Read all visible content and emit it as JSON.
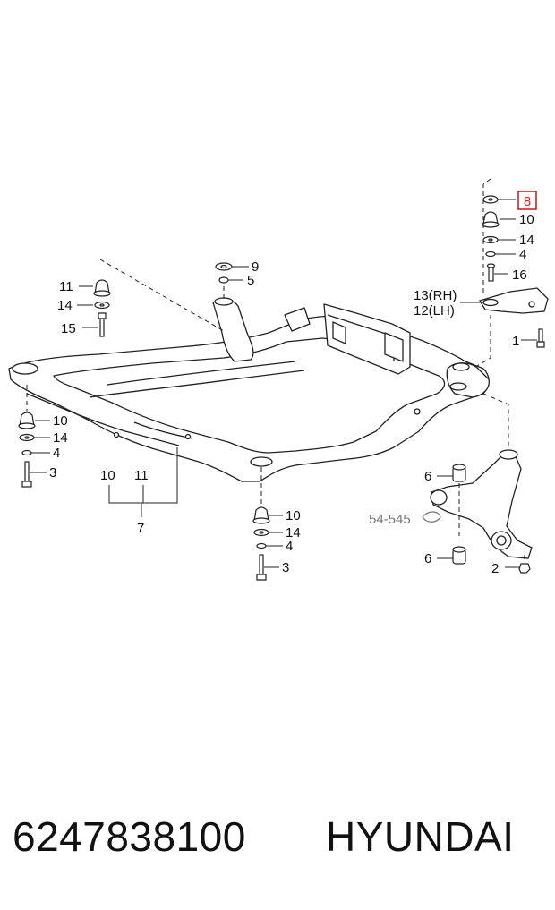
{
  "callouts": {
    "c8": "8",
    "c10_top": "10",
    "c14_top": "14",
    "c4_top": "4",
    "c16": "16",
    "c13": "13(RH)",
    "c12": "12(LH)",
    "c1": "1",
    "c9": "9",
    "c5": "5",
    "c11_left": "11",
    "c14_left": "14",
    "c15": "15",
    "c10_left": "10",
    "c14_left2": "14",
    "c4_left": "4",
    "c3_left": "3",
    "c10_group": "10",
    "c11_group": "11",
    "c7": "7",
    "c10_mid": "10",
    "c14_mid": "14",
    "c4_mid": "4",
    "c3_mid": "3",
    "c6_top": "6",
    "c6_bottom": "6",
    "c2": "2",
    "ref": "54-545"
  },
  "footer": {
    "part_number": "6247838100",
    "brand": "HYUNDAI"
  },
  "colors": {
    "highlight": "#d22222",
    "line": "#222222",
    "reference": "#777777"
  }
}
